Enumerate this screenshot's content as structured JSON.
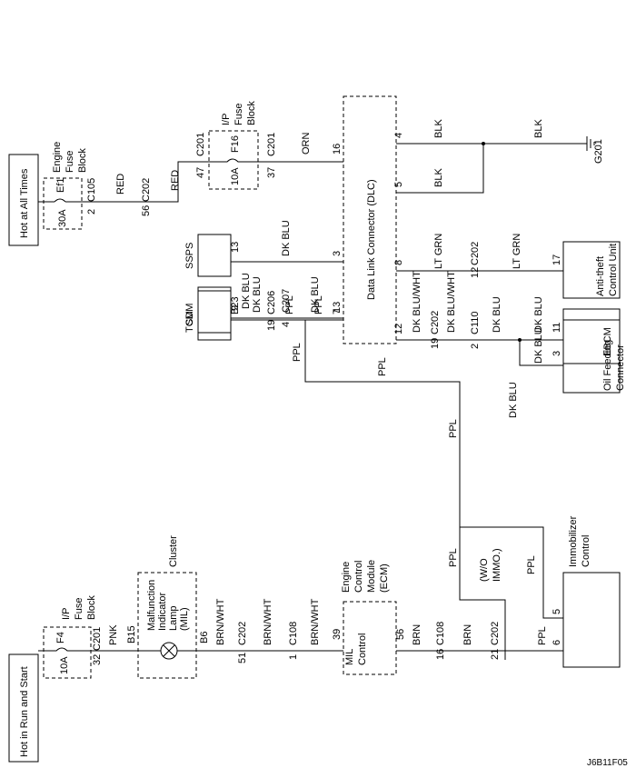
{
  "power": {
    "hot_at_all_times": "Hot at All Times",
    "hot_in_run_and_start": "Hot in Run and Start"
  },
  "fuse_blocks": {
    "engine_fuse_block": [
      "Engine",
      "Fuse",
      "Block"
    ],
    "ip_fuse_block_top": [
      "I/P",
      "Fuse",
      "Block"
    ],
    "ip_fuse_block_bottom": [
      "I/P",
      "Fuse",
      "Block"
    ]
  },
  "fuses": {
    "ef1": {
      "name": "Ef1",
      "rating": "30A"
    },
    "f16": {
      "name": "F16",
      "rating": "10A"
    },
    "f4": {
      "name": "F4",
      "rating": "10A"
    }
  },
  "connectors": {
    "c105": "C105",
    "c105_pin": "2",
    "c202_red": "C202",
    "c202_red_pin": "56",
    "c201_in": "C201",
    "c201_in_pin": "47",
    "c201_out": "C201",
    "c201_out_pin": "37",
    "c201_bottom": "C201",
    "c201_bottom_pin": "32",
    "c207": "C207",
    "c207_pin": "4",
    "c206": "C206",
    "c206_pin": "19",
    "c202_ltgrn": "C202",
    "c202_ltgrn_pin": "12",
    "c202_dkblu": "C202",
    "c202_dkblu_pin": "19",
    "c110": "C110",
    "c110_pin": "2",
    "c202_brnwht": "C202",
    "c202_brnwht_pin": "51",
    "c108_brnwht": "C108",
    "c108_brnwht_pin": "1",
    "c108_brn": "C108",
    "c108_brn_pin": "16",
    "c202_brn": "C202",
    "c202_brn_pin": "21"
  },
  "wires": {
    "red1": "RED",
    "red2": "RED",
    "orn": "ORN",
    "dkblu_ssps": "DK BLU",
    "dkblu_sdm1": "DK BLU",
    "dkblu_sdm2": "DK BLU",
    "dkblu_tcm": "DK BLU",
    "ppl_tcm": "PPL",
    "ppl_dlc": "PPL",
    "ppl_v": "PPL",
    "ppl_h": "PPL",
    "ppl_down": "PPL",
    "ppl_imm_v": "PPL",
    "ppl_imm_h": "PPL",
    "ppl_imm_5": "PPL",
    "blk1": "BLK",
    "blk2": "BLK",
    "blk3": "BLK",
    "ltgrn1": "LT GRN",
    "ltgrn2": "LT GRN",
    "dkbluwht1": "DK BLU/WHT",
    "dkbluwht2": "DK BLU/WHT",
    "dkblu_c110": "DK BLU",
    "dkblu_ebcm": "DK BLU",
    "dkblu_oil1": "DK BLU",
    "dkblu_oil2": "DK BLU",
    "pnk": "PNK",
    "brnwht1": "BRN/WHT",
    "brnwht2": "BRN/WHT",
    "brnwht3": "BRN/WHT",
    "brn1": "BRN",
    "brn2": "BRN"
  },
  "components": {
    "dlc": "Data Link Connector (DLC)",
    "ssps": "SSPS",
    "ssps_pin": "13",
    "sdm": "SDM",
    "sdm_pin": "9",
    "tcm": "TCM",
    "tcm_pin": "B23",
    "ground": "G201",
    "antitheft": [
      "Anti-theft",
      "Control Unit"
    ],
    "antitheft_pin": "17",
    "ebcm": "EBCM",
    "ebcm_pin": "11",
    "oil_feeding": [
      "Oil Feeding",
      "Connector"
    ],
    "oil_pin": "3",
    "cluster": "Cluster",
    "mil_lamp": [
      "Malfunction",
      "Indicator",
      "Lamp",
      "(MIL)"
    ],
    "cluster_b15": "B15",
    "cluster_b6": "B6",
    "ecm": [
      "Engine",
      "Control",
      "Module",
      "(ECM)"
    ],
    "ecm_mil": [
      "MIL",
      "Control"
    ],
    "ecm_pin_39": "39",
    "ecm_pin_56": "56",
    "immobilizer": [
      "Immobilizer",
      "Control"
    ],
    "imm_pin_5": "5",
    "imm_pin_6": "6",
    "wo_immo": [
      "(W/O",
      "IMMO.)"
    ]
  },
  "dlc_pins": {
    "p16": "16",
    "p3": "3",
    "p13": "13",
    "p7": "7",
    "p4": "4",
    "p5": "5",
    "p8": "8",
    "p12": "12"
  },
  "figure_code": "J6B11F05"
}
